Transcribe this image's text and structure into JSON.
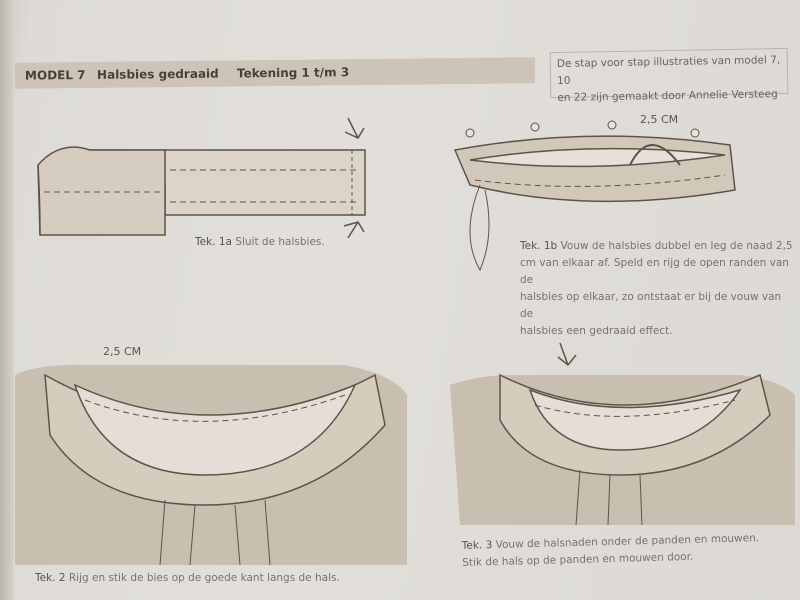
{
  "header": {
    "model": "MODEL 7",
    "title": "Halsbies gedraaid",
    "drawing_range": "Tekening 1 t/m 3"
  },
  "credit": {
    "line1": "De stap voor stap illustraties van model 7, 10",
    "line2": "en 22 zijn gemaakt door Annelie Versteeg"
  },
  "figures": [
    {
      "label": "Tek. 1a",
      "text": "Sluit de halsbies."
    },
    {
      "label": "Tek. 1b",
      "lines": [
        "Vouw de halsbies dubbel en leg de naad 2,5",
        "cm van elkaar af. Speld en rijg de open randen van de",
        "halsbies op elkaar, zo ontstaat er bij de vouw van de",
        "halsbies een gedraaid effect."
      ],
      "annotation": "2,5 CM"
    },
    {
      "label": "Tek. 2",
      "text": "Rijg en stik de bies op de goede kant langs de hals.",
      "annotation": "2,5 CM"
    },
    {
      "label": "Tek. 3",
      "lines": [
        "Vouw de halsnaden onder de panden en mouwen.",
        "Stik de hals op de panden en mouwen door."
      ]
    }
  ]
}
